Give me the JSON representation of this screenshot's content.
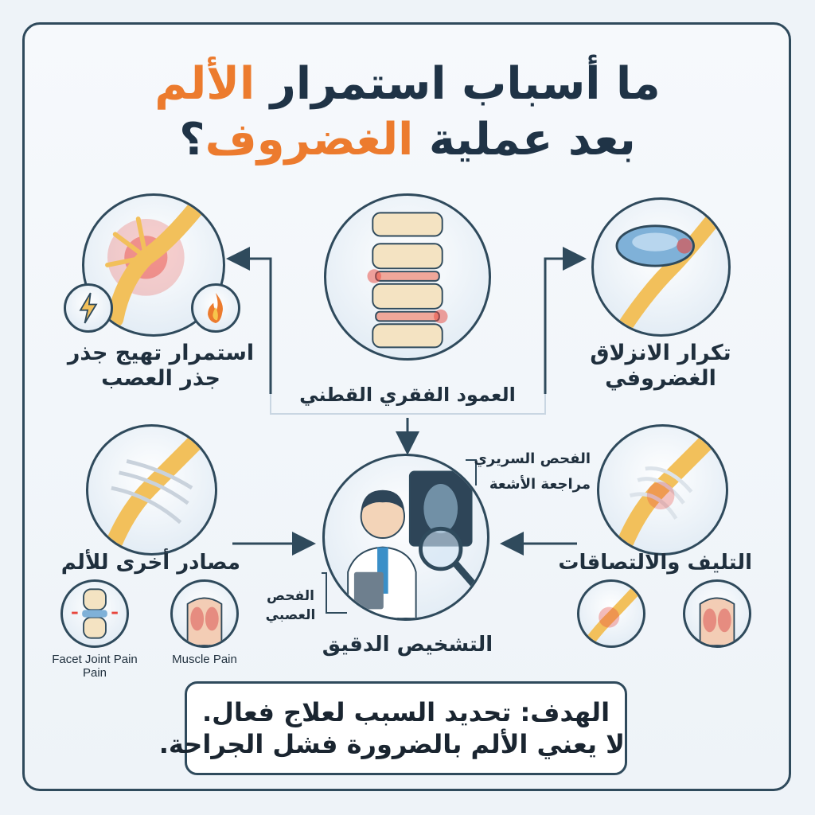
{
  "title": {
    "line1_prefix": "ما أسباب استمرار ",
    "line1_highlight": "الألم",
    "line2_prefix": "بعد عملية ",
    "line2_highlight": "الغضروف",
    "line2_suffix": "؟"
  },
  "center": {
    "spine_label": "العمود الفقري القطني",
    "diagnosis_label": "التشخيص الدقيق",
    "exam_clinical": "الفحص السريري",
    "exam_imaging": "مراجعة الأشعة",
    "exam_neuro_line1": "الفحص",
    "exam_neuro_line2": "العصبي"
  },
  "causes": {
    "nerve_root": {
      "line1": "استمرار تهيج جذر",
      "line2": "جذر العصب"
    },
    "recurrence": {
      "line1": "تكرار الانزلاق",
      "line2": "الغضروفي"
    },
    "other_sources": {
      "label": "مصادر أخرى للألم"
    },
    "fibrosis": {
      "label": "التليف والالتصاقات"
    }
  },
  "sub_labels": {
    "facet": {
      "line1": "Facet Joint Pain",
      "line2": "Pain"
    },
    "muscle": "Muscle Pain"
  },
  "goal": {
    "line1": "الهدف: تحديد السبب لعلاج فعال.",
    "line2": "لا يعني الألم بالضرورة فشل الجراحة."
  },
  "colors": {
    "accent_orange": "#ec7b2e",
    "navy": "#1f3346",
    "outline": "#2f4a5c",
    "nerve_yellow": "#f2c05b",
    "inflammation_red": "#e8453c"
  },
  "icons": [
    "lightning-icon",
    "fire-icon",
    "spine-icon",
    "doctor-icon",
    "magnifier-icon",
    "xray-icon"
  ]
}
